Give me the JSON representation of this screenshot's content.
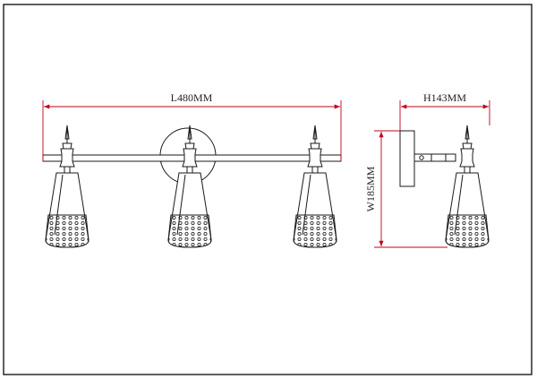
{
  "dimensions": {
    "length": "L480MM",
    "height": "H143MM",
    "width": "W185MM"
  },
  "views": [
    "front-view",
    "side-view"
  ],
  "colors": {
    "line": "#1a1a1a",
    "dimension": "#c0001a",
    "frame": "#1a1a1a",
    "background": "#ffffff"
  }
}
